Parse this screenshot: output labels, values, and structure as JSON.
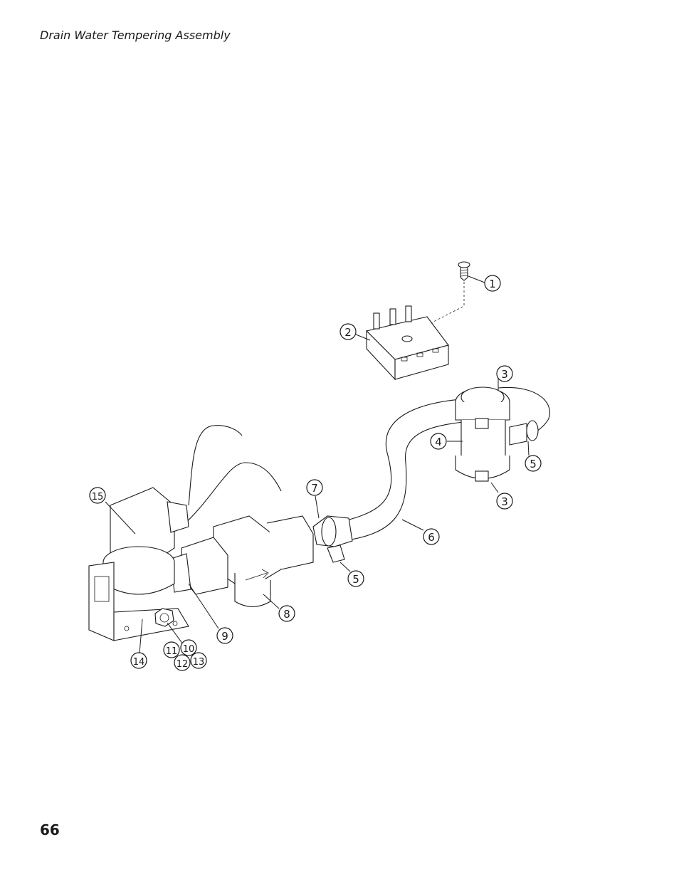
{
  "header": {
    "title": "Drain Water Tempering Assembly"
  },
  "footer": {
    "page_number": "66"
  },
  "callouts": [
    "1",
    "2",
    "3",
    "4",
    "5",
    "3",
    "5",
    "6",
    "7",
    "8",
    "9",
    "10",
    "11",
    "12",
    "13",
    "14",
    "15"
  ]
}
